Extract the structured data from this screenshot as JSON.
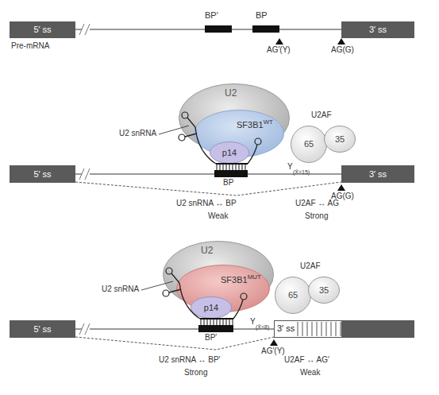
{
  "diagram": {
    "nodes": [
      {
        "text": [
          "5′ ss"
        ]
      },
      {
        "text": [
          "3′ ss"
        ]
      },
      {
        "text": [
          "5′ ss"
        ]
      },
      {
        "text": [
          "U2"
        ]
      },
      {
        "text": [
          "SF3B1",
          "WT"
        ],
        "in": 3
      },
      {
        "text": [
          "p14"
        ],
        "in": 4
      },
      {
        "text": [
          "65"
        ]
      },
      {
        "text": [
          "35"
        ]
      },
      {
        "text": [
          "3′ ss"
        ]
      },
      {
        "text": [
          "5′ ss"
        ]
      },
      {
        "text": [
          "U2"
        ]
      },
      {
        "text": [
          "SF3B1",
          "MUT"
        ],
        "in": 10
      },
      {
        "text": [
          "p14"
        ],
        "in": 11
      },
      {
        "text": [
          "65"
        ]
      },
      {
        "text": [
          "35"
        ]
      },
      {
        "text": [
          "3′ ss"
        ]
      }
    ],
    "edges": [
      {
        "from": 2,
        "to": 8,
        "arrow": "none"
      },
      {
        "from": 9,
        "to": 15,
        "arrow": "none"
      }
    ],
    "labels": [
      "BP′",
      "BP",
      "AG′(Y)",
      "AG(G)",
      "Pre-mRNA",
      "U2 snRNA",
      "U2AF",
      "Y",
      "(X̄=15)",
      "BP",
      "AG(G)",
      "U2 snRNA ↔ BP",
      "Weak",
      "U2AF ↔ AG",
      "Strong",
      "U2AF",
      "U2 snRNA",
      "BP′",
      "Y",
      "(X̄=8)",
      "AG′(Y)",
      "U2 snRNA ↔ BP′",
      "Strong",
      "U2AF ↔ AG′",
      "Weak"
    ]
  }
}
